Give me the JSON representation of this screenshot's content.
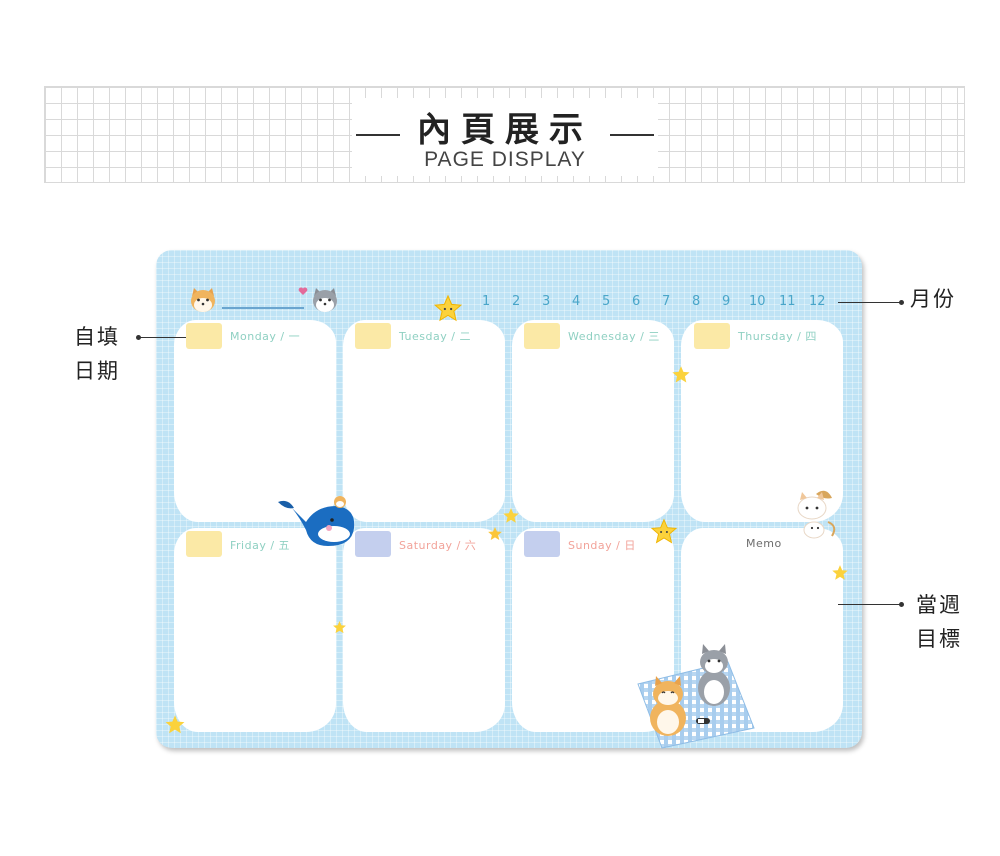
{
  "header": {
    "title_zh": "內頁展示",
    "title_en": "PAGE DISPLAY"
  },
  "annotations": {
    "left_top": "自填",
    "left_bottom": "日期",
    "right_month": "月份",
    "right_goal_top": "當週",
    "right_goal_bottom": "目標"
  },
  "planner": {
    "months": [
      "1",
      "2",
      "3",
      "4",
      "5",
      "6",
      "7",
      "8",
      "9",
      "10",
      "11",
      "12"
    ],
    "days": [
      {
        "label": "Monday / 一",
        "color": "#8fd0c2"
      },
      {
        "label": "Tuesday / 二",
        "color": "#8fd0c2"
      },
      {
        "label": "Wednesday / 三",
        "color": "#8fd0c2"
      },
      {
        "label": "Thursday / 四",
        "color": "#8fd0c2"
      },
      {
        "label": "Friday / 五",
        "color": "#8fd0c2"
      },
      {
        "label": "Saturday / 六",
        "color": "#f2a39a"
      },
      {
        "label": "Sunday / 日",
        "color": "#f2a39a"
      },
      {
        "label": "Memo",
        "color": "#6d6d6d"
      }
    ]
  },
  "colors": {
    "sheet": "#bfe3f5",
    "tab_yellow": "#fbe9a6",
    "tab_blue": "#c4cfee",
    "month_numbers": "#4aa6c9"
  },
  "icons": [
    "shiba-dog-icon",
    "husky-dog-icon",
    "heart-icon",
    "star-icon",
    "whale-icon",
    "cat-icon",
    "picnic-blanket-icon"
  ]
}
